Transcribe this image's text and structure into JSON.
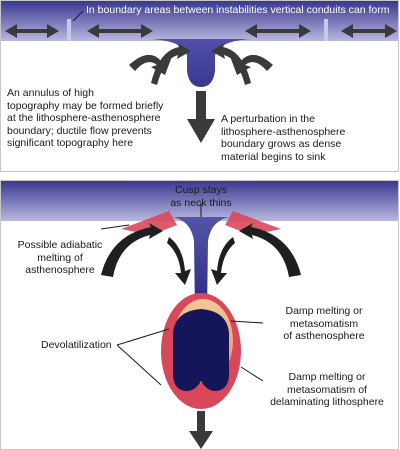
{
  "top_panel": {
    "banner": "In boundary areas between instabilities vertical conduits can form",
    "annulus_note": "An annulus of high\ntopography may be formed briefly\nat the lithosphere-asthenosphere\nboundary; ductile flow prevents\nsignificant topography here",
    "perturbation_note": "A perturbation in the\nlithosphere-asthenosphere\nboundary grows as dense\nmaterial begins to sink"
  },
  "bottom_panel": {
    "cusp_note": "Cusp stays\nas neck thins",
    "adiabatic_note": "Possible adiabatic\nmelting of\nasthenosphere",
    "devolatilization": "Devolatilization",
    "damp_asthenosphere": "Damp melting or\nmetasomatism\nof asthenosphere",
    "damp_lithosphere": "Damp melting or\nmetasomatism of\ndelaminating lithosphere"
  },
  "colors": {
    "lithosphere_dark": "#3a3890",
    "lithosphere_light": "#b8b8e0",
    "melt_red": "#d8485a",
    "melt_orange": "#f0b07a",
    "core_navy": "#15155a",
    "arrow_fill": "#3a3a3a"
  }
}
